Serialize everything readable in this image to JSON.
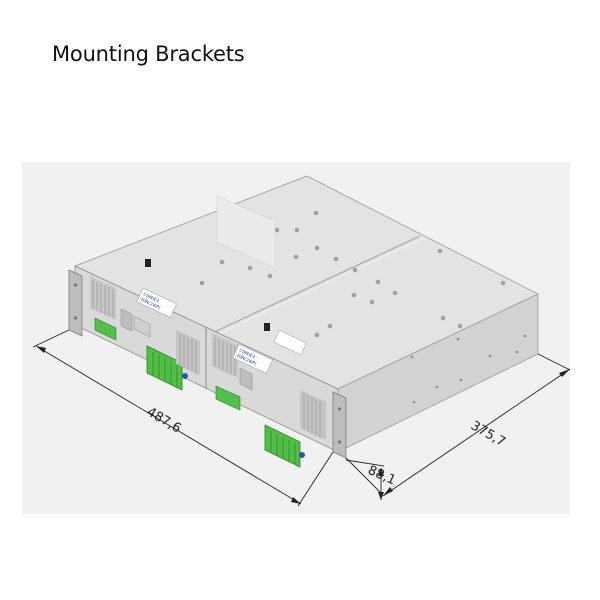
{
  "page": {
    "title": "Mounting Brackets"
  },
  "dimensions": {
    "width": "487,6",
    "depth": "375,7",
    "height": "88,1"
  },
  "unit_labels": {
    "label_a_line1": "C[PB]E4",
    "label_a_line2": "[DNC(WP]",
    "label_b_line1": "C[PB]E4",
    "label_b_line2": "[DNC(WP]"
  },
  "colors": {
    "chassis_top": "#e2e2e2",
    "chassis_side": "#cfcfcf",
    "front_panel": "#dcdcdc",
    "connector_green": "#4fbf45",
    "dimension_line": "#222222"
  }
}
